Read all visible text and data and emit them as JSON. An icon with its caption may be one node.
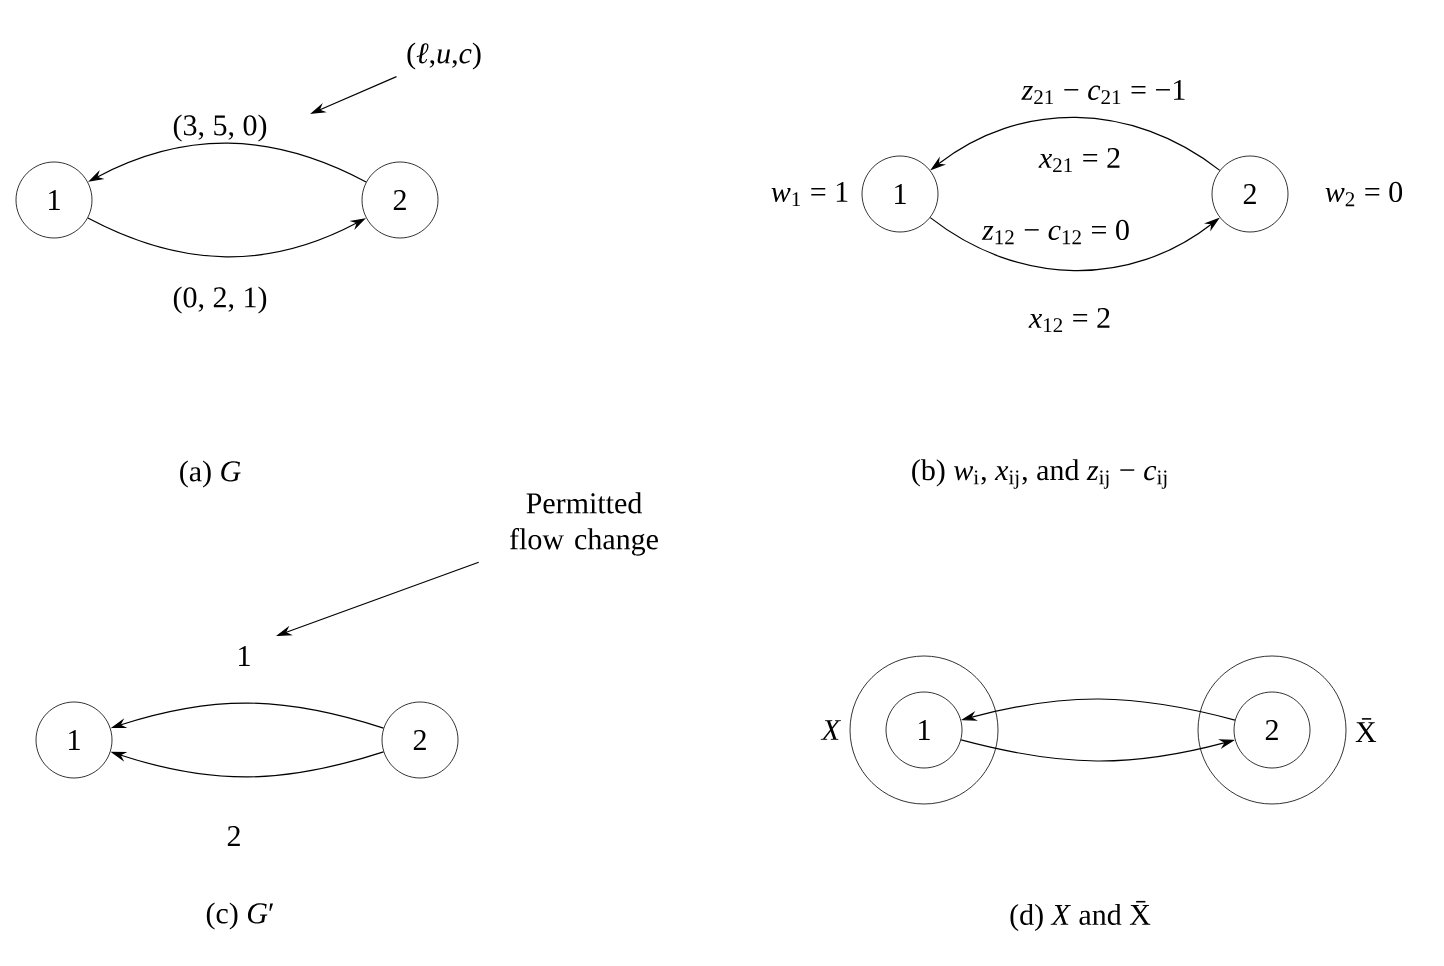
{
  "diagram": {
    "nodes": [
      {
        "text": [
          "1"
        ]
      },
      {
        "text": [
          "2"
        ]
      },
      {
        "text": [
          "(*ℓ*,*u*,*c*)"
        ]
      },
      {
        "text": [
          "1"
        ],
        "beside": [
          "*w*$_{1}$ = 1"
        ]
      },
      {
        "text": [
          "2"
        ],
        "beside": [
          "*w*$_{2}$ = 0"
        ]
      },
      {
        "text": [
          "1"
        ]
      },
      {
        "text": [
          "2"
        ]
      },
      {
        "text": [
          "Permitted flow change"
        ]
      },
      {
        "text": [
          "*X*"
        ]
      },
      {
        "text": [
          "1"
        ],
        "in": 8
      },
      {
        "text": [
          "X̄"
        ]
      },
      {
        "text": [
          "2"
        ],
        "in": 10
      }
    ],
    "edges": [
      {
        "from": 1,
        "to": 0,
        "arrow": "to",
        "label": "(3, 5, 0)"
      },
      {
        "from": 0,
        "to": 1,
        "arrow": "to",
        "label": "(0, 2, 1)"
      },
      {
        "from": 2,
        "to": null,
        "arrow": "to"
      },
      {
        "from": 4,
        "to": 3,
        "arrow": "to",
        "label": "*z*$_{21}$ − *c*$_{21}$ = −1"
      },
      {
        "from": 3,
        "to": 4,
        "arrow": "to",
        "label": "*z*$_{12}$ − *c*$_{12}$ = 0"
      },
      {
        "from": 6,
        "to": 5,
        "arrow": "to",
        "label": "1"
      },
      {
        "from": 6,
        "to": 5,
        "arrow": "to",
        "label": "2"
      },
      {
        "from": 7,
        "to": null,
        "arrow": "to"
      },
      {
        "from": 11,
        "to": 9,
        "arrow": "to"
      },
      {
        "from": 9,
        "to": 11,
        "arrow": "to"
      }
    ],
    "labels": [
      "*x*$_{21}$ = 2",
      "*x*$_{12}$ = 2",
      "(a)   *G*",
      "(b)   *w*$_{i}$, *x*$_{ij}$, and *z*$_{ij}$ − *c*$_{ij}$",
      "(c)   *G*′",
      "(d)   *X* and X̄"
    ]
  }
}
